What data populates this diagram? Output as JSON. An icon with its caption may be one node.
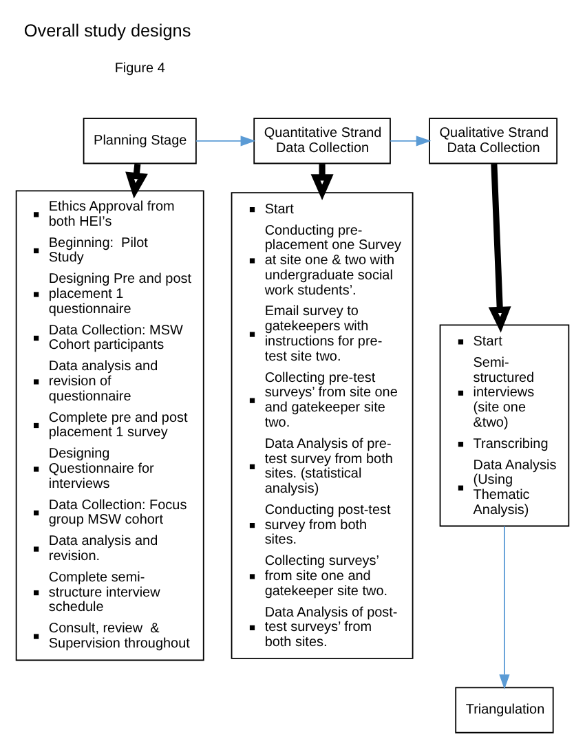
{
  "diagram": {
    "title": "Overall study designs",
    "nodes": [
      {
        "text": [
          "Planning Stage"
        ]
      },
      {
        "text": [
          "Quantitative Strand Data Collection"
        ]
      },
      {
        "text": [
          "Qualitative Strand Data Collection"
        ]
      },
      {
        "text": [
          "Ethics Approval from both HEI’s",
          "Beginning:  Pilot Study",
          "Designing Pre and post placement 1 questionnaire",
          "Data Collection: MSW Cohort participants",
          "Data analysis and revision of questionnaire",
          "Complete pre and post placement 1 survey",
          "Designing Questionnaire for interviews",
          "Data Collection: Focus group MSW cohort",
          "Data analysis and revision.",
          "Complete semi-structure interview schedule",
          "Consult, review  & Supervision throughout"
        ]
      },
      {
        "text": [
          "Start",
          "Conducting pre-placement one Survey at site one & two with undergraduate social work students’.",
          "Email survey to gatekeepers with instructions for pre-test site two.",
          "Collecting pre-test surveys’ from site one and gatekeeper site two.",
          "Data Analysis of pre-test survey from both sites. (statistical analysis)",
          "Conducting post-test survey from both sites.",
          "Collecting surveys’ from site one and gatekeeper site two.",
          "Data Analysis of post-test surveys’ from both sites."
        ]
      },
      {
        "text": [
          "Start",
          "Semi-structured interviews (site one &two)",
          "Transcribing",
          "Data Analysis (Using Thematic Analysis)"
        ]
      },
      {
        "text": [
          "Triangulation"
        ]
      }
    ],
    "edges": [
      {
        "from": 0,
        "to": 1,
        "arrow": "to",
        "color": "#5b9bd5"
      },
      {
        "from": 1,
        "to": 2,
        "arrow": "to",
        "color": "#5b9bd5"
      },
      {
        "from": 0,
        "to": 3,
        "arrow": "to",
        "style": "thick",
        "color": "#000000"
      },
      {
        "from": 1,
        "to": 4,
        "arrow": "to",
        "style": "thick",
        "color": "#000000"
      },
      {
        "from": 2,
        "to": 5,
        "arrow": "to",
        "style": "thick",
        "color": "#000000"
      },
      {
        "from": 5,
        "to": 6,
        "arrow": "to",
        "color": "#5b9bd5"
      }
    ],
    "labels": [
      "Figure 4"
    ]
  }
}
